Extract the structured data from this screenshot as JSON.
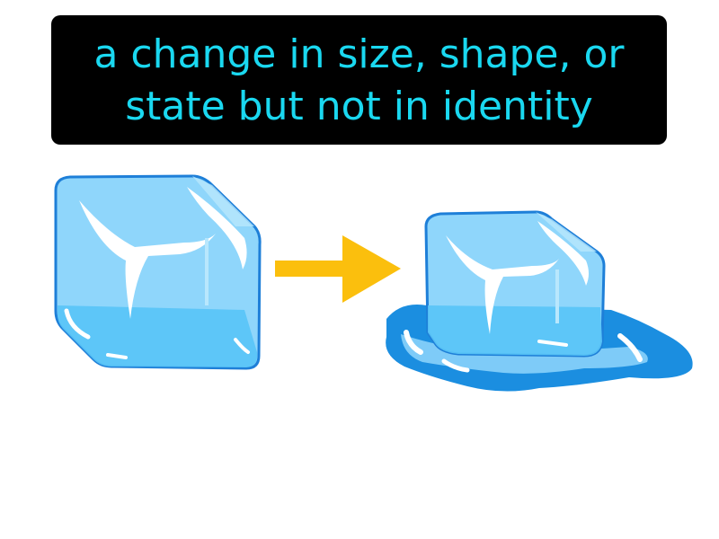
{
  "definition": {
    "lines": [
      "a change in size, shape, or",
      "state but not in identity"
    ]
  },
  "illustration": {
    "left_item": "ice-cube",
    "connector": "arrow-right",
    "right_item": "melting-ice-cube-with-puddle"
  },
  "colors": {
    "banner_background": "#000000",
    "text": "#1ad8f0",
    "arrow": "#fbbf0d",
    "ice_outline": "#1e7fd8",
    "ice_fill": "#8fd6fb",
    "puddle": "#1b8ee0"
  }
}
